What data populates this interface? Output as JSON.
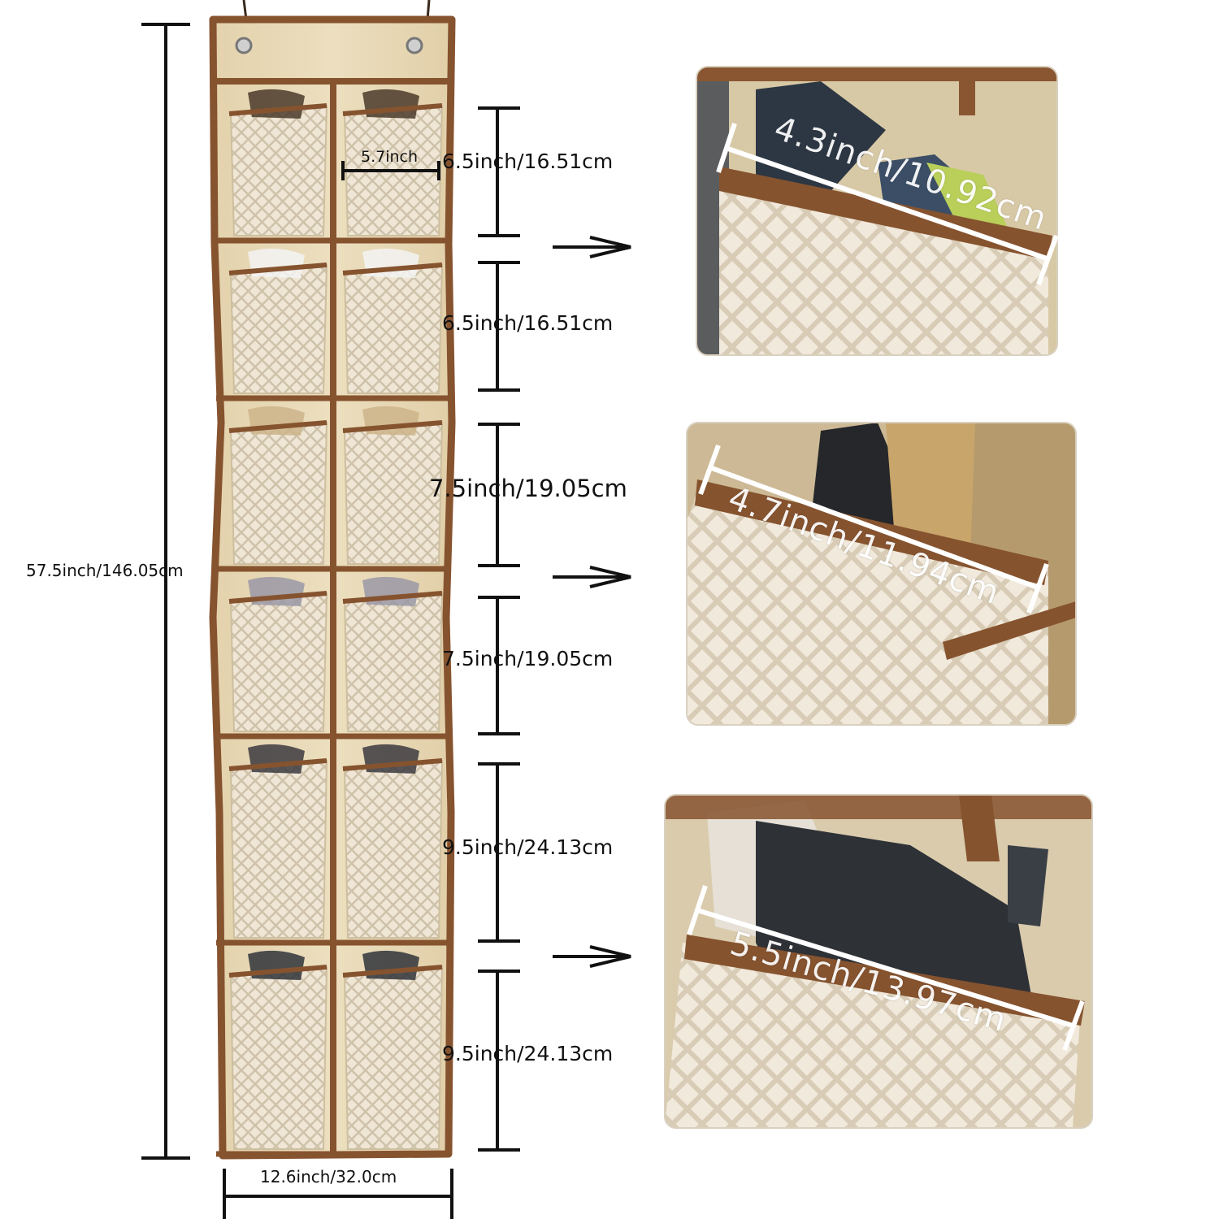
{
  "organizer": {
    "total_height_label": "57.5inch/146.05cm",
    "width_label": "12.6inch/32.0cm",
    "pocket_width_label": "5.7inch"
  },
  "rows": [
    {
      "label": "6.5inch/16.51cm"
    },
    {
      "label": "6.5inch/16.51cm"
    },
    {
      "label": "7.5inch/19.05cm"
    },
    {
      "label": "7.5inch/19.05cm"
    },
    {
      "label": "9.5inch/24.13cm"
    },
    {
      "label": "9.5inch/24.13cm"
    }
  ],
  "insets": [
    {
      "label": "4.3inch/10.92cm"
    },
    {
      "label": "4.7inch/11.94cm"
    },
    {
      "label": "5.5inch/13.97cm"
    }
  ],
  "colors": {
    "fabric": "#e9dbb9",
    "trim": "#86532f",
    "mesh": "#e6dccb",
    "line": "#111111"
  }
}
